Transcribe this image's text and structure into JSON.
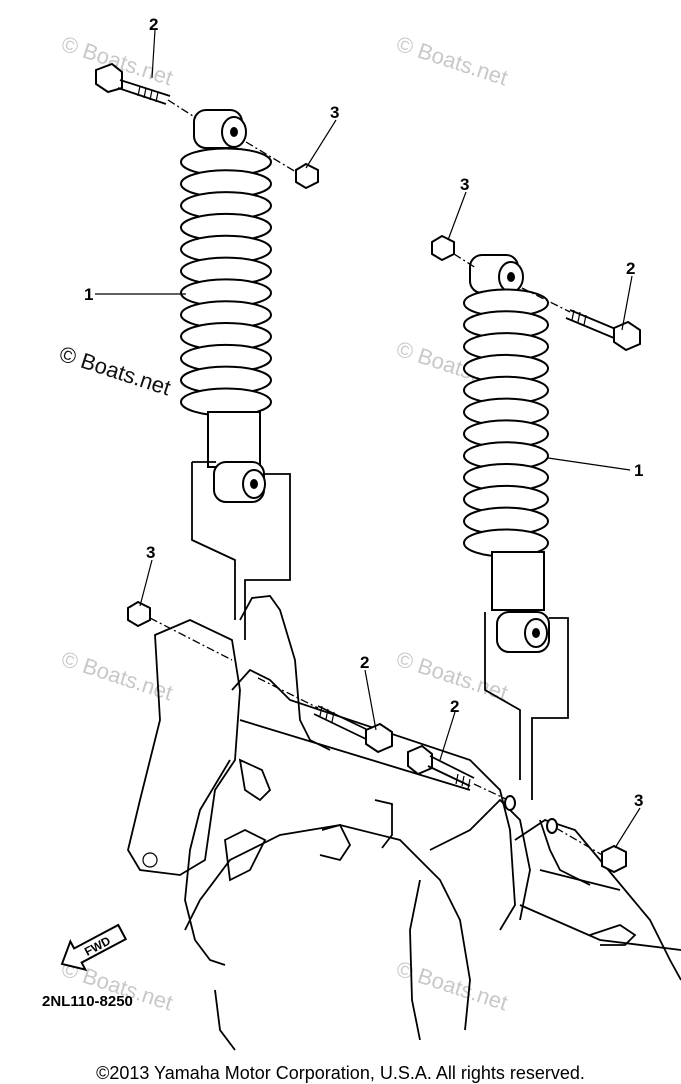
{
  "callouts": {
    "bolt_top_left": "2",
    "nut_top_left": "3",
    "shock_left": "1",
    "nut_top_right": "3",
    "bolt_top_right": "2",
    "shock_right": "1",
    "nut_mid_left": "3",
    "bolt_mid_center": "2",
    "bolt_mid_right": "2",
    "nut_bottom_right": "3"
  },
  "arrow_label": "FWD",
  "diagram_code": "2NL110-8250",
  "watermarks": {
    "main": "© Boats.net",
    "faint": "© Boats.net"
  },
  "copyright": "©2013 Yamaha Motor Corporation, U.S.A. All rights reserved."
}
